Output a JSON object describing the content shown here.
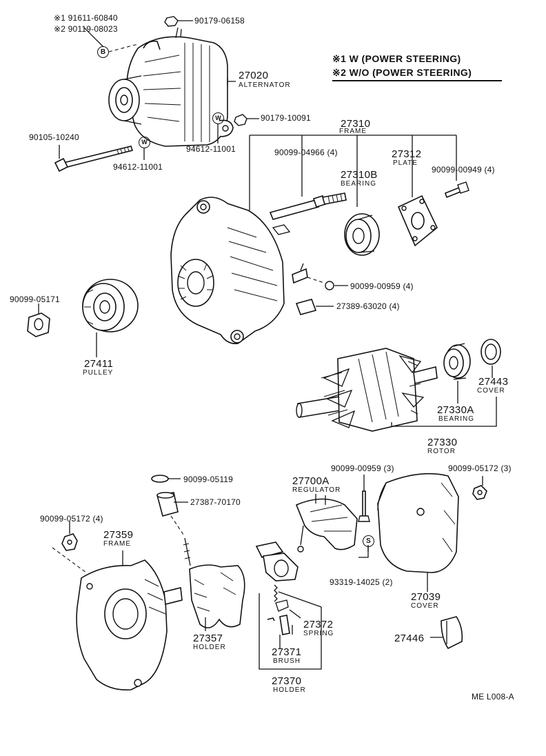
{
  "legend": {
    "line1_mark": "※1",
    "line1_text": "W (POWER STEERING)",
    "line2_mark": "※2",
    "line2_text": "W/O (POWER STEERING)"
  },
  "labels": {
    "note1": "※1  91611-60840",
    "note2": "※2  90119-08023",
    "circle_b": "B",
    "p_90179_06158": "90179-06158",
    "p_27020": "27020",
    "p_27020_name": "ALTERNATOR",
    "p_90179_10091": "90179-10091",
    "circle_w": "W",
    "p_94612_11001_a": "94612-11001",
    "p_94612_11001_b": "94612-11001",
    "p_90105_10240": "90105-10240",
    "p_27310": "27310",
    "p_27310_name": "FRAME",
    "p_90099_04966": "90099-04966 (4)",
    "p_27310b": "27310B",
    "p_27310b_name": "BEARING",
    "p_27312": "27312",
    "p_27312_name": "PLATE",
    "p_90099_00949": "90099-00949 (4)",
    "p_90099_00959_4": "90099-00959 (4)",
    "p_27389_63020": "27389-63020 (4)",
    "p_90099_05171": "90099-05171",
    "p_27411": "27411",
    "p_27411_name": "PULLEY",
    "p_27443": "27443",
    "p_27443_name": "COVER",
    "p_27330a": "27330A",
    "p_27330a_name": "BEARING",
    "p_27330": "27330",
    "p_27330_name": "ROTOR",
    "p_90099_00959_3": "90099-00959 (3)",
    "p_90099_05172_3": "90099-05172 (3)",
    "p_90099_05119": "90099-05119",
    "p_27700a": "27700A",
    "p_27700a_name": "REGULATOR",
    "p_27387_70170": "27387-70170",
    "p_90099_05172_4": "90099-05172 (4)",
    "p_27359": "27359",
    "p_27359_name": "FRAME",
    "circle_s": "S",
    "p_93319_14025": "93319-14025 (2)",
    "p_27039": "27039",
    "p_27039_name": "COVER",
    "p_27357": "27357",
    "p_27357_name": "HOLDER",
    "p_27372": "27372",
    "p_27372_name": "SPRING",
    "p_27446": "27446",
    "p_27371": "27371",
    "p_27371_name": "BRUSH",
    "p_27370": "27370",
    "p_27370_name": "HOLDER",
    "figure_code": "ME L008-A"
  }
}
